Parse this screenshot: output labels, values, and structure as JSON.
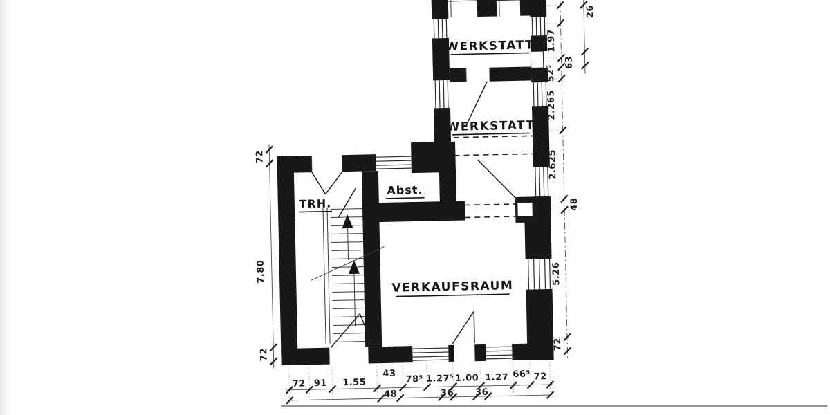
{
  "rooms": {
    "werkstatt_top": "WERKSTATT",
    "werkstatt_middle": "WERKSTATT",
    "abstellraum": "Abst.",
    "treppenhaus": "TRH.",
    "verkaufsraum": "VERKAUFSRAUM"
  },
  "dimensions": {
    "left": {
      "wall_top": "72",
      "interior": "7.80",
      "wall_bottom": "72"
    },
    "right": {
      "outer_top": "26",
      "seg1": "1.97",
      "seg2": "63",
      "seg3": "52⁵",
      "seg4": "2.265",
      "seg5": "2.625",
      "seg6": "48",
      "seg7": "5.26",
      "seg8": "72"
    },
    "bottom_primary": [
      "72",
      "91",
      "1.55",
      "43",
      "78⁵",
      "1.27⁵",
      "1.00",
      "1.27",
      "66⁵",
      "72"
    ],
    "bottom_secondary": [
      "48",
      "36",
      "36"
    ]
  }
}
